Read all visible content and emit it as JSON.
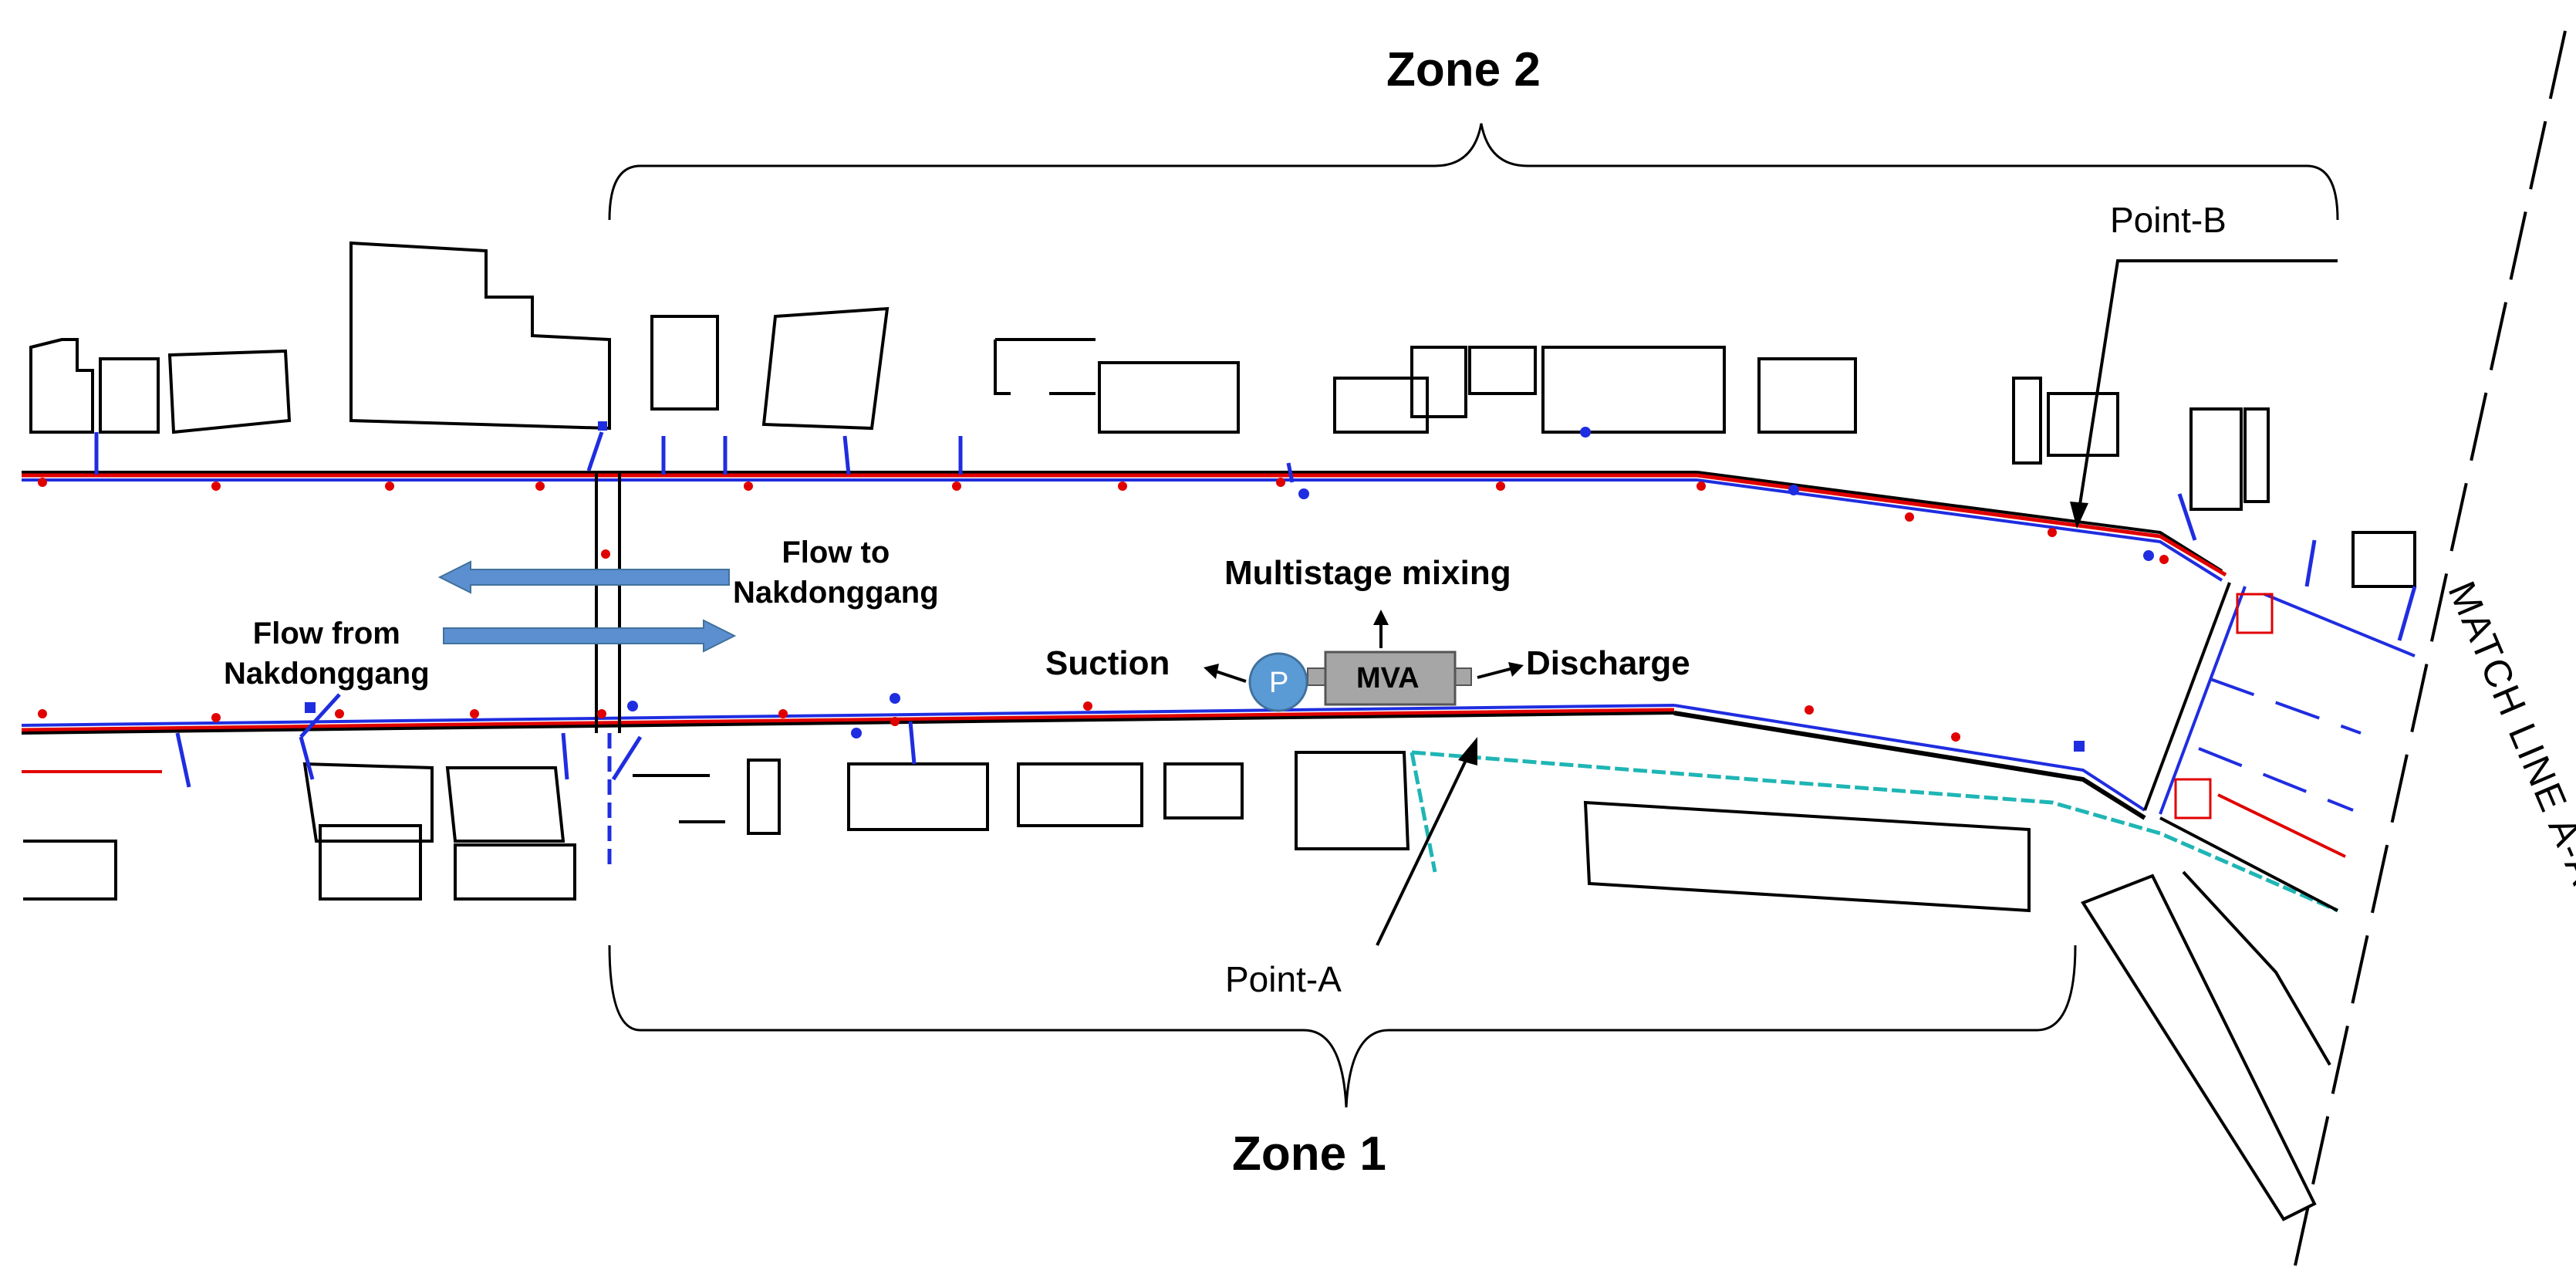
{
  "labels": {
    "zone2": "Zone 2",
    "zone1": "Zone 1",
    "point_b": "Point-B",
    "point_a": "Point-A",
    "flow_to_line1": "Flow to",
    "flow_to_line2": "Nakdonggang",
    "flow_from_line1": "Flow from",
    "flow_from_line2": "Nakdonggang",
    "multistage": "Multistage mixing",
    "suction": "Suction",
    "discharge": "Discharge",
    "mva": "MVA",
    "pump": "P",
    "match_line": "MATCH LINE A-A'"
  },
  "colors": {
    "pipe_red": "#e00000",
    "pipe_blue": "#1f2de0",
    "cyan": "#1fb5b5",
    "arrow_fill": "#5b8fd0",
    "pump_fill": "#5b9bd5",
    "mva_fill": "#a6a6a6",
    "building_line": "#000000",
    "magenta": "#e020e0",
    "green": "#20c020"
  },
  "icons": [
    "pump-icon",
    "mixer-icon",
    "arrow-left-icon",
    "arrow-right-icon"
  ]
}
